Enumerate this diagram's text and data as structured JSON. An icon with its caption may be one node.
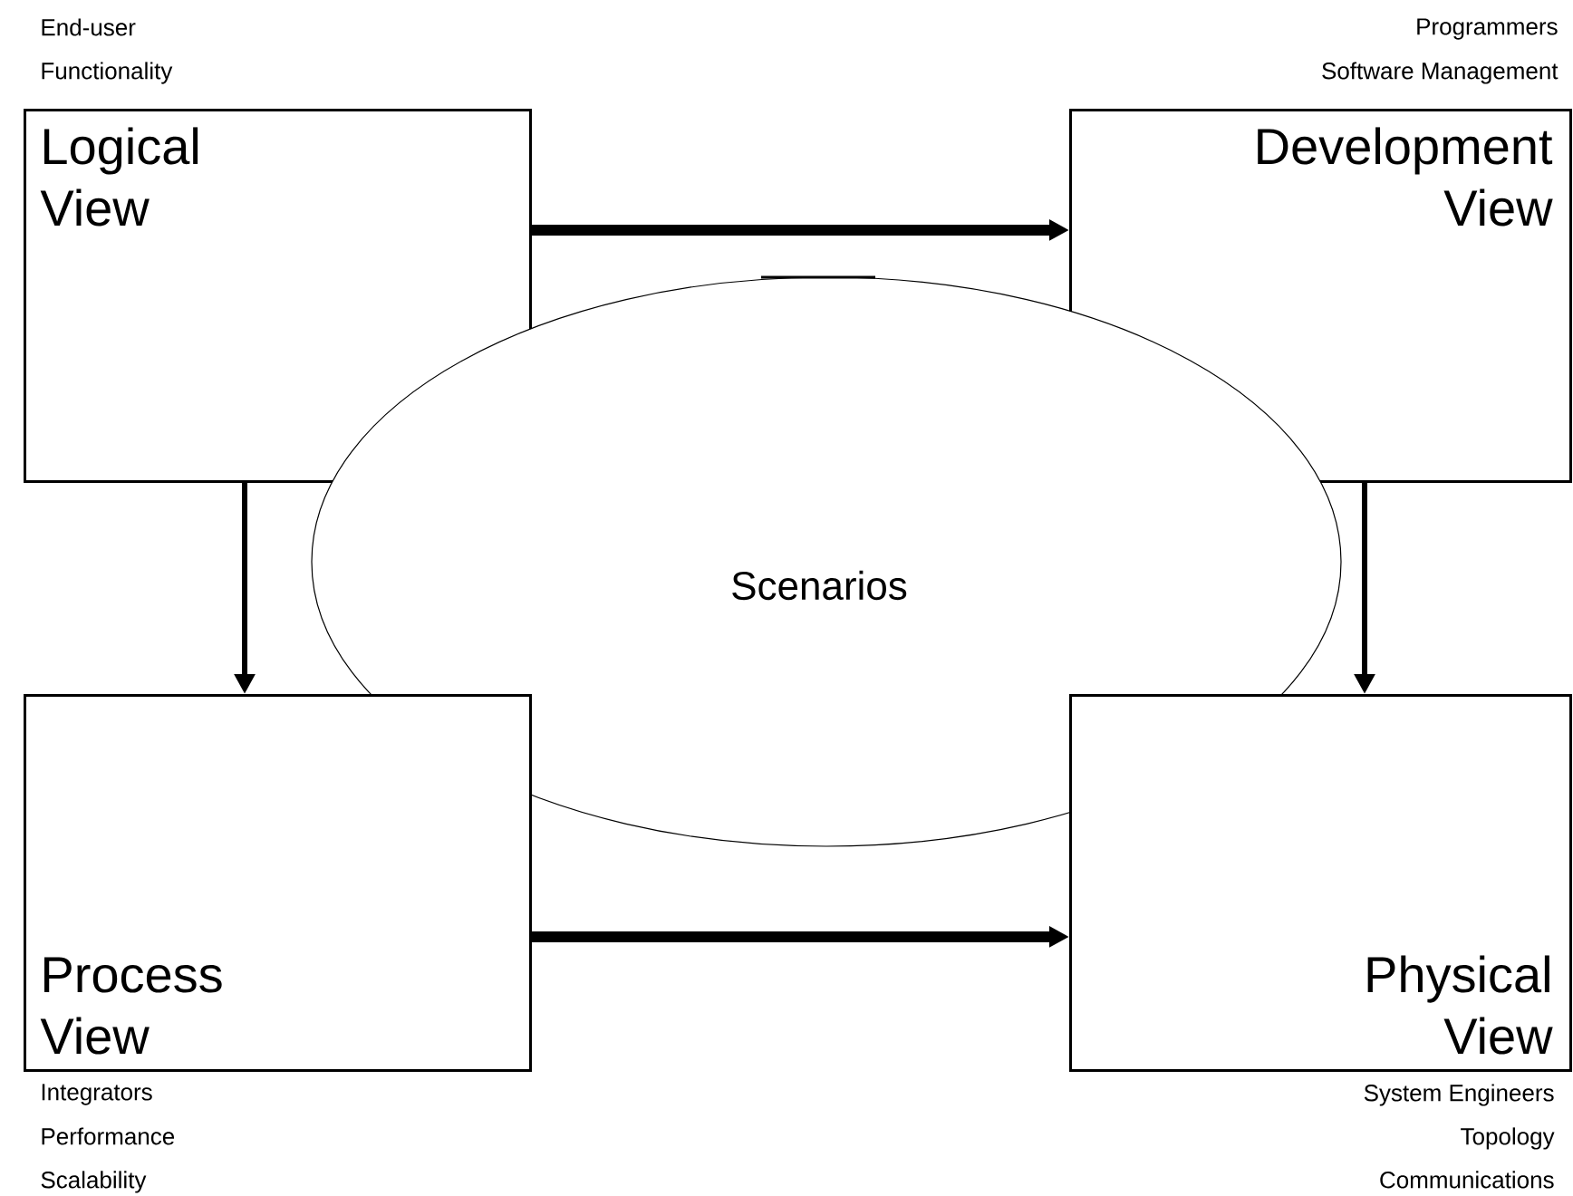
{
  "diagram": {
    "nodes": [
      {
        "text": [
          "Logical View"
        ],
        "beside": [
          "End-user",
          "Functionality"
        ]
      },
      {
        "text": [
          "Development View"
        ],
        "beside": [
          "Programmers",
          "Software Management"
        ]
      },
      {
        "text": [
          "Scenarios"
        ]
      },
      {
        "text": [
          "Process View"
        ],
        "beside": [
          "Integrators",
          "Performance",
          "Scalability"
        ]
      },
      {
        "text": [
          "Physical View"
        ],
        "beside": [
          "System Engineers",
          "Topology",
          "Communications"
        ]
      }
    ],
    "edges": [
      {
        "from": 0,
        "to": 1,
        "arrow": "to",
        "style": "thick"
      },
      {
        "from": 0,
        "to": 3,
        "arrow": "to"
      },
      {
        "from": 1,
        "to": 4,
        "arrow": "to"
      },
      {
        "from": 3,
        "to": 4,
        "arrow": "to",
        "style": "thick"
      }
    ]
  }
}
